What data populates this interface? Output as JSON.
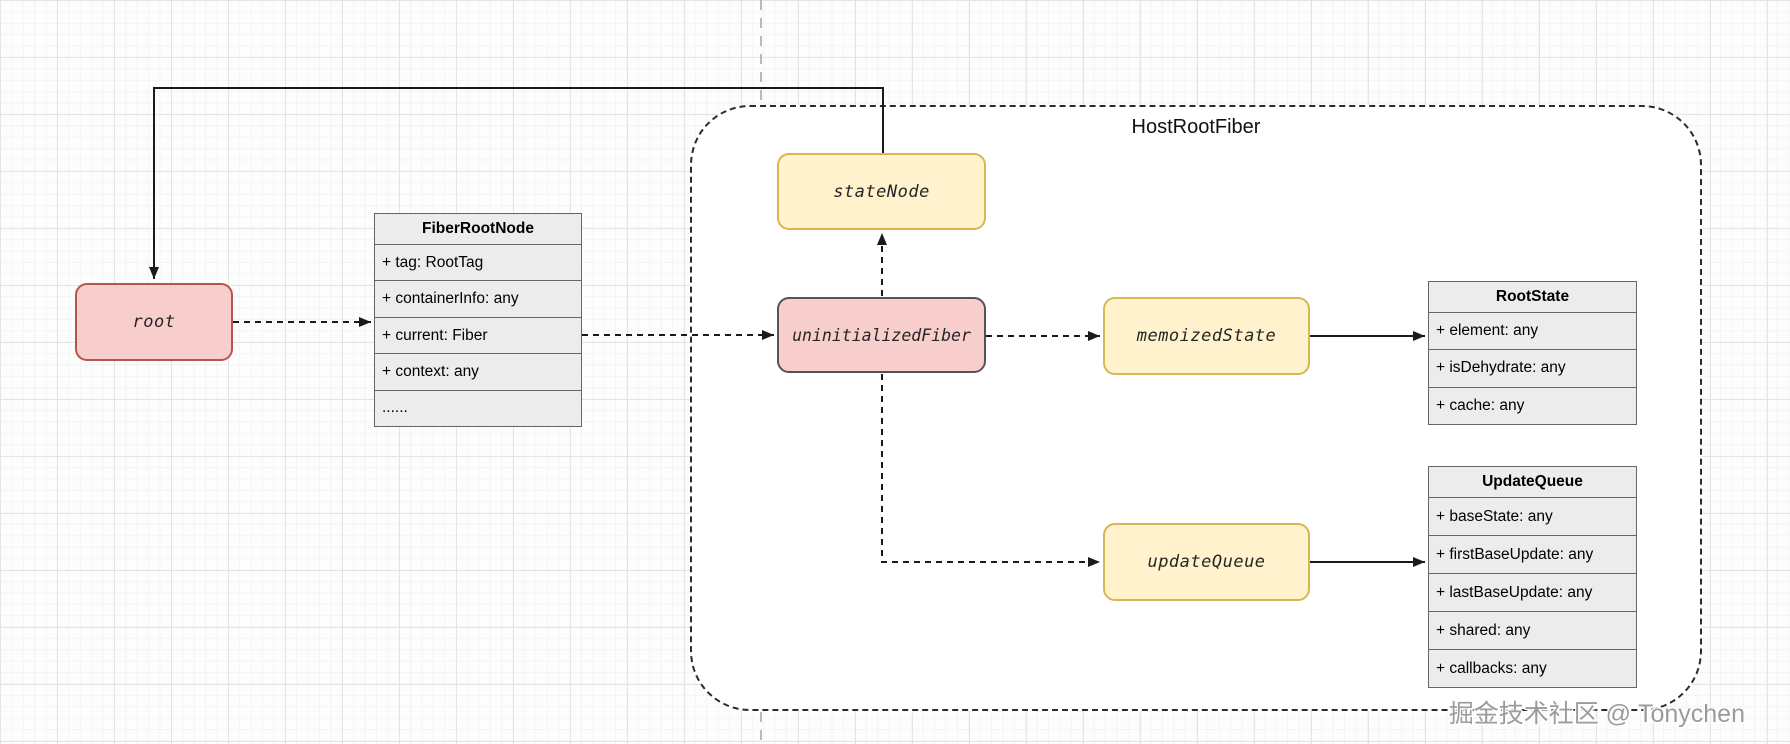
{
  "container": {
    "label": "HostRootFiber"
  },
  "nodes": {
    "root": "root",
    "stateNode": "stateNode",
    "uninitializedFiber": "uninitializedFiber",
    "memoizedState": "memoizedState",
    "updateQueue": "updateQueue"
  },
  "tables": {
    "fiberRootNode": {
      "title": "FiberRootNode",
      "rows": [
        "+ tag: RootTag",
        "+ containerInfo: any",
        "+ current: Fiber",
        "+ context: any",
        "......"
      ]
    },
    "rootState": {
      "title": "RootState",
      "rows": [
        "+ element: any",
        "+ isDehydrate: any",
        "+ cache: any"
      ]
    },
    "updateQueue": {
      "title": "UpdateQueue",
      "rows": [
        "+ baseState: any",
        "+ firstBaseUpdate: any",
        "+ lastBaseUpdate: any",
        "+ shared: any",
        "+ callbacks: any"
      ]
    }
  },
  "watermark": "掘金技术社区 @ Tonychen",
  "colors": {
    "node_pink_fill": "#f8cecc",
    "node_pink_stroke": "#b85450",
    "node_dark_stroke": "#56525a",
    "node_yellow_fill": "#fff2cc",
    "node_yellow_stroke": "#d6b656",
    "table_fill": "#ececec",
    "table_stroke": "#666666",
    "edge_color": "#1a1a1a",
    "grid_minor": "#f3f4f4",
    "grid_major": "#e2e4e5"
  }
}
